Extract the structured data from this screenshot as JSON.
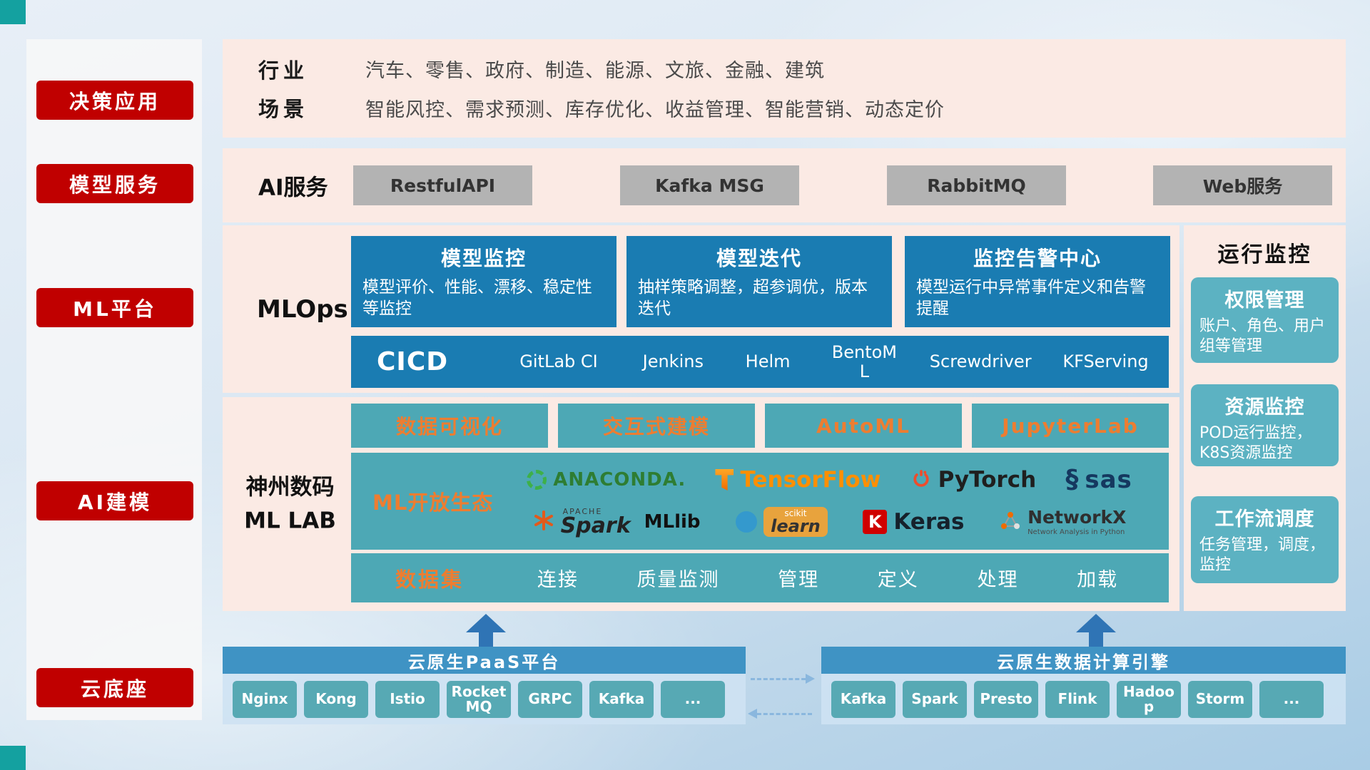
{
  "palette": {
    "red": "#c00000",
    "blue": "#1a7cb2",
    "teal": "#4da8b5",
    "teal_light": "#5cb2c2",
    "orange": "#ed7d31",
    "pink_band": "#fbeae4",
    "header_blue": "#3f93c4"
  },
  "sidebar": {
    "items": [
      {
        "label": "决策应用"
      },
      {
        "label": "模型服务"
      },
      {
        "label": "ML平台"
      },
      {
        "label": "AI建模"
      },
      {
        "label": "云底座"
      }
    ]
  },
  "industry": {
    "rows": [
      {
        "label": "行业",
        "text": "汽车、零售、政府、制造、能源、文旅、金融、建筑"
      },
      {
        "label": "场景",
        "text": "智能风控、需求预测、库存优化、收益管理、智能营销、动态定价"
      }
    ]
  },
  "ai_service": {
    "label": "AI服务",
    "buttons": [
      "RestfulAPI",
      "Kafka MSG",
      "RabbitMQ",
      "Web服务"
    ]
  },
  "mlops": {
    "label": "MLOps",
    "cards": [
      {
        "title": "模型监控",
        "desc": "模型评价、性能、漂移、稳定性等监控"
      },
      {
        "title": "模型迭代",
        "desc": "抽样策略调整，超参调优，版本迭代"
      },
      {
        "title": "监控告警中心",
        "desc": "模型运行中异常事件定义和告警提醒"
      }
    ],
    "cicd_label": "CICD",
    "cicd_tools": [
      "GitLab CI",
      "Jenkins",
      "Helm",
      "BentoML",
      "Screwdriver",
      "KFServing"
    ]
  },
  "monitoring": {
    "title": "运行监控",
    "cards": [
      {
        "title": "权限管理",
        "desc": "账户、角色、用户组等管理"
      },
      {
        "title": "资源监控",
        "desc": "POD运行监控，K8S资源监控"
      },
      {
        "title": "工作流调度",
        "desc": "任务管理，调度，监控"
      }
    ]
  },
  "mllab": {
    "label_line1": "神州数码",
    "label_line2": "ML LAB",
    "tools": [
      "数据可视化",
      "交互式建模",
      "AutoML",
      "JupyterLab"
    ],
    "ecosystem_label": "ML开放生态",
    "logos": {
      "anaconda": "ANACONDA.",
      "tensorflow": "TensorFlow",
      "pytorch": "PyTorch",
      "sas": "sas",
      "spark_apache": "APACHE",
      "spark": "Spark",
      "mllib": "MLlib",
      "sklearn_top": "scikit",
      "sklearn": "learn",
      "keras_k": "K",
      "keras": "Keras",
      "networkx": "NetworkX",
      "networkx_sub": "Network Analysis in Python"
    },
    "dataset_label": "数据集",
    "dataset_items": [
      "连接",
      "质量监测",
      "管理",
      "定义",
      "处理",
      "加载"
    ]
  },
  "platform": {
    "paas_title": "云原生PaaS平台",
    "paas_items": [
      "Nginx",
      "Kong",
      "Istio",
      "RocketMQ",
      "GRPC",
      "Kafka",
      "..."
    ],
    "engine_title": "云原生数据计算引擎",
    "engine_items": [
      "Kafka",
      "Spark",
      "Presto",
      "Flink",
      "Hadoop",
      "Storm",
      "..."
    ]
  }
}
